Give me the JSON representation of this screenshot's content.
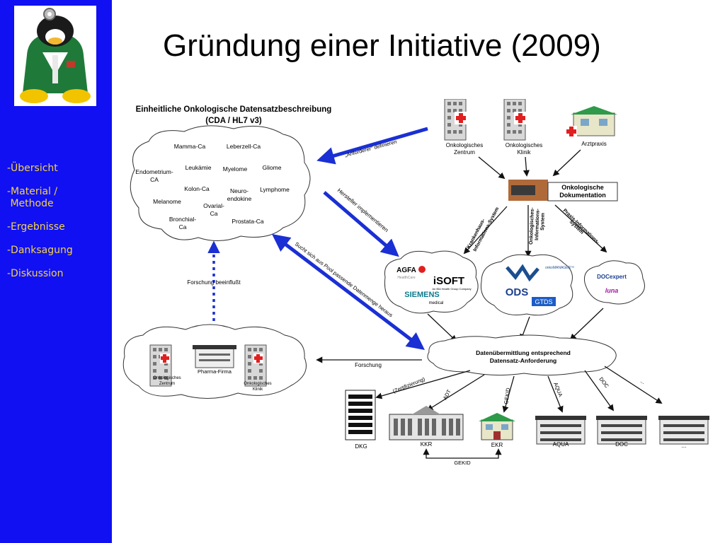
{
  "slide": {
    "title": "Gründung einer Initiative (2009)"
  },
  "nav": [
    {
      "label": "-Übersicht"
    },
    {
      "label": "-Material /\n Methode"
    },
    {
      "label": "-Ergebnisse"
    },
    {
      "label": "-Danksagung"
    },
    {
      "label": "-Diskussion"
    }
  ],
  "diagram": {
    "heading_line1": "Einheitliche Onkologische Datensatzbeschreibung",
    "heading_line2": "(CDA / HL7 v3)",
    "tumor_types": [
      "Mamma-Ca",
      "Leberzell-Ca",
      "Endometrium-",
      "CA",
      "Leukämie",
      "Myelome",
      "Gliome",
      "Kolon-Ca",
      "Neuro-",
      "endokine",
      "Lymphome",
      "Melanome",
      "Ovarial-",
      "Ca",
      "Bronchial-",
      "Ca",
      "Prostata-Ca"
    ],
    "sources": [
      "Onkologisches",
      "Zentrum",
      "Onkologisches",
      "Klinik",
      "Arztpraxis"
    ],
    "doc_box_line1": "Onkologische",
    "doc_box_line2": "Dokumentation",
    "system_labels": [
      "Krankenhaus-",
      "Informations-System",
      "Onkologisches-",
      "Informations-",
      "System",
      "Praxis-Informations-",
      "System"
    ],
    "vendors": [
      "AGFA",
      "HealthCare",
      "iSOFT",
      "An IBA Health Group Company",
      "SIEMENS",
      "medical",
      "onkoMANAGER™",
      "ODS",
      "GTDS",
      "DOCexpert",
      "luna"
    ],
    "arrow_labels": [
      "„Anforderer“ definieren",
      "Hersteller implementieren",
      "Sucht sich aus Pool passende Datenmenge heraus",
      "Forschung beeinflußt",
      "Forschung"
    ],
    "research": [
      "Onkologisches",
      "Zentrum",
      "Pharma-Firma",
      "Onkologisches",
      "Klinik"
    ],
    "hub_line1": "Datenübermittlung entsprechend",
    "hub_line2": "Datensatz-Anforderung",
    "edge_labels": [
      "(Zertifizierung)",
      "ADT",
      "GEKID",
      "AQUA",
      "DOC",
      "..."
    ],
    "targets": [
      "DKG",
      "KKR",
      "EKR",
      "AQUA",
      "DOC",
      "..."
    ],
    "bottom_link": "GEKID"
  }
}
